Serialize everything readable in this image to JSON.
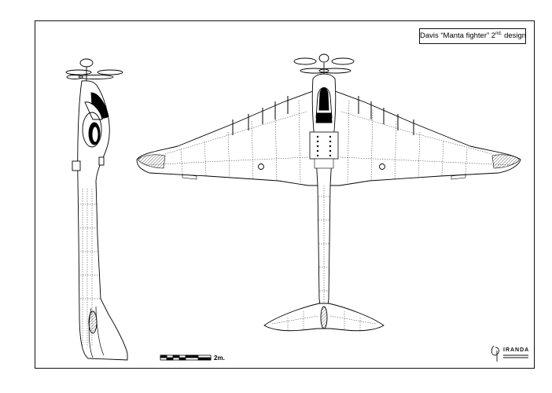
{
  "title": {
    "prefix": "Davis “Manta fighter” 2",
    "superscript": "nd.",
    "suffix": " design"
  },
  "scale": {
    "label": "2m."
  },
  "signature": {
    "text": "IRANDA"
  }
}
